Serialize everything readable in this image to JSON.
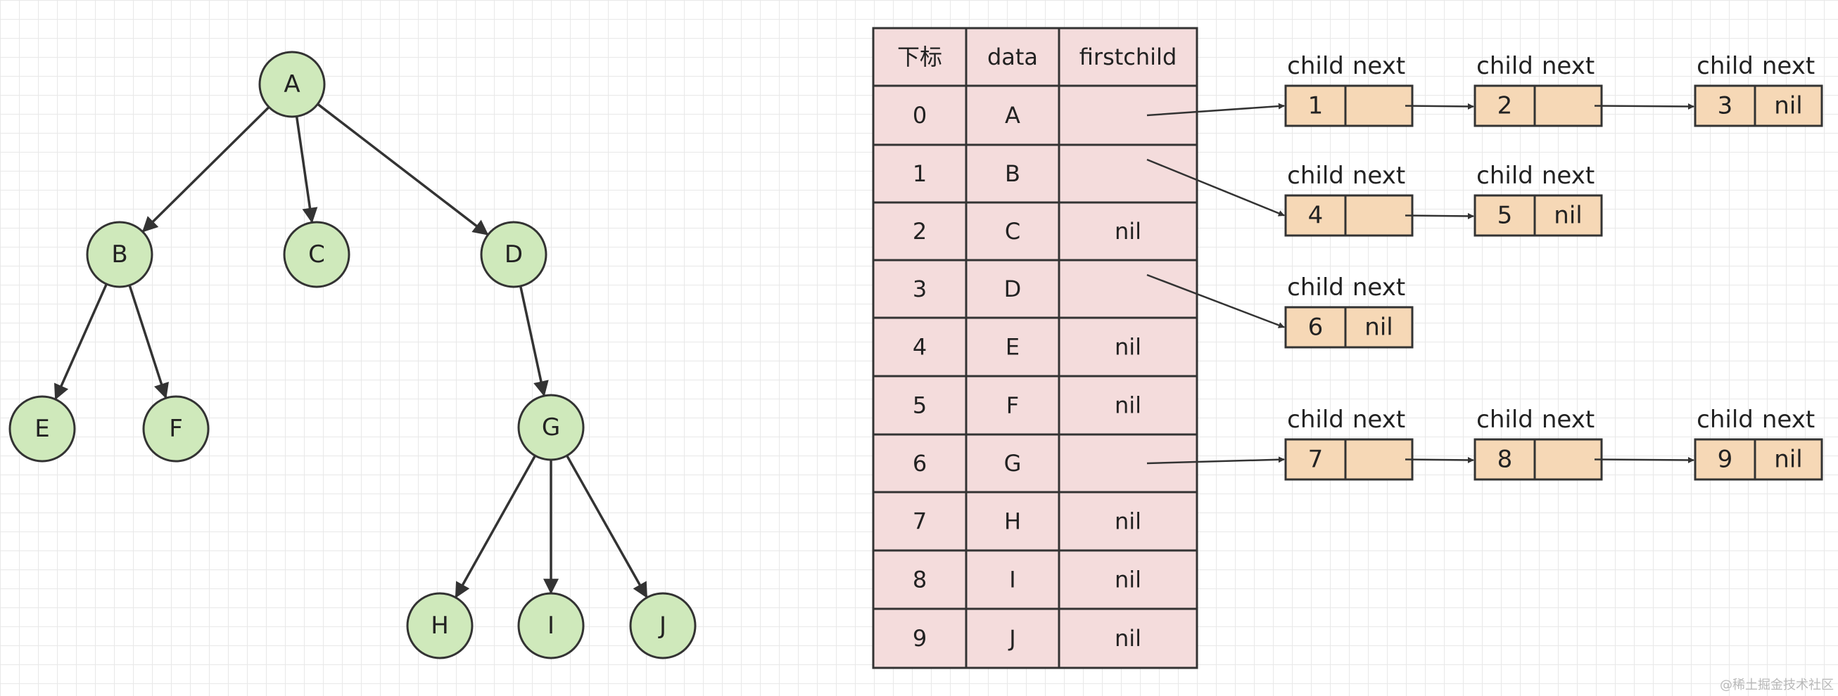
{
  "colors": {
    "node_fill": "#cfe9bb",
    "node_stroke": "#333333",
    "table_fill": "#f4dcdc",
    "list_fill": "#f6d8b6",
    "line": "#333333",
    "text": "#222222"
  },
  "tree": {
    "nodes": [
      {
        "id": "A",
        "label": "A"
      },
      {
        "id": "B",
        "label": "B"
      },
      {
        "id": "C",
        "label": "C"
      },
      {
        "id": "D",
        "label": "D"
      },
      {
        "id": "E",
        "label": "E"
      },
      {
        "id": "F",
        "label": "F"
      },
      {
        "id": "G",
        "label": "G"
      },
      {
        "id": "H",
        "label": "H"
      },
      {
        "id": "I",
        "label": "I"
      },
      {
        "id": "J",
        "label": "J"
      }
    ],
    "edges": [
      [
        "A",
        "B"
      ],
      [
        "A",
        "C"
      ],
      [
        "A",
        "D"
      ],
      [
        "B",
        "E"
      ],
      [
        "B",
        "F"
      ],
      [
        "D",
        "G"
      ],
      [
        "G",
        "H"
      ],
      [
        "G",
        "I"
      ],
      [
        "G",
        "J"
      ]
    ]
  },
  "table": {
    "headers": [
      "下标",
      "data",
      "firstchild"
    ],
    "rows": [
      {
        "index": "0",
        "data": "A",
        "firstchild": ""
      },
      {
        "index": "1",
        "data": "B",
        "firstchild": ""
      },
      {
        "index": "2",
        "data": "C",
        "firstchild": "nil"
      },
      {
        "index": "3",
        "data": "D",
        "firstchild": ""
      },
      {
        "index": "4",
        "data": "E",
        "firstchild": "nil"
      },
      {
        "index": "5",
        "data": "F",
        "firstchild": "nil"
      },
      {
        "index": "6",
        "data": "G",
        "firstchild": ""
      },
      {
        "index": "7",
        "data": "H",
        "firstchild": "nil"
      },
      {
        "index": "8",
        "data": "I",
        "firstchild": "nil"
      },
      {
        "index": "9",
        "data": "J",
        "firstchild": "nil"
      }
    ]
  },
  "lists": {
    "field_labels": {
      "child": "child",
      "next": "next"
    },
    "rows": [
      {
        "from_row": 0,
        "nodes": [
          {
            "child": "1",
            "next": ""
          },
          {
            "child": "2",
            "next": ""
          },
          {
            "child": "3",
            "next": "nil"
          }
        ]
      },
      {
        "from_row": 1,
        "nodes": [
          {
            "child": "4",
            "next": ""
          },
          {
            "child": "5",
            "next": "nil"
          }
        ]
      },
      {
        "from_row": 3,
        "nodes": [
          {
            "child": "6",
            "next": "nil"
          }
        ]
      },
      {
        "from_row": 6,
        "nodes": [
          {
            "child": "7",
            "next": ""
          },
          {
            "child": "8",
            "next": ""
          },
          {
            "child": "9",
            "next": "nil"
          }
        ]
      }
    ]
  },
  "watermark": "@稀土掘金技术社区"
}
